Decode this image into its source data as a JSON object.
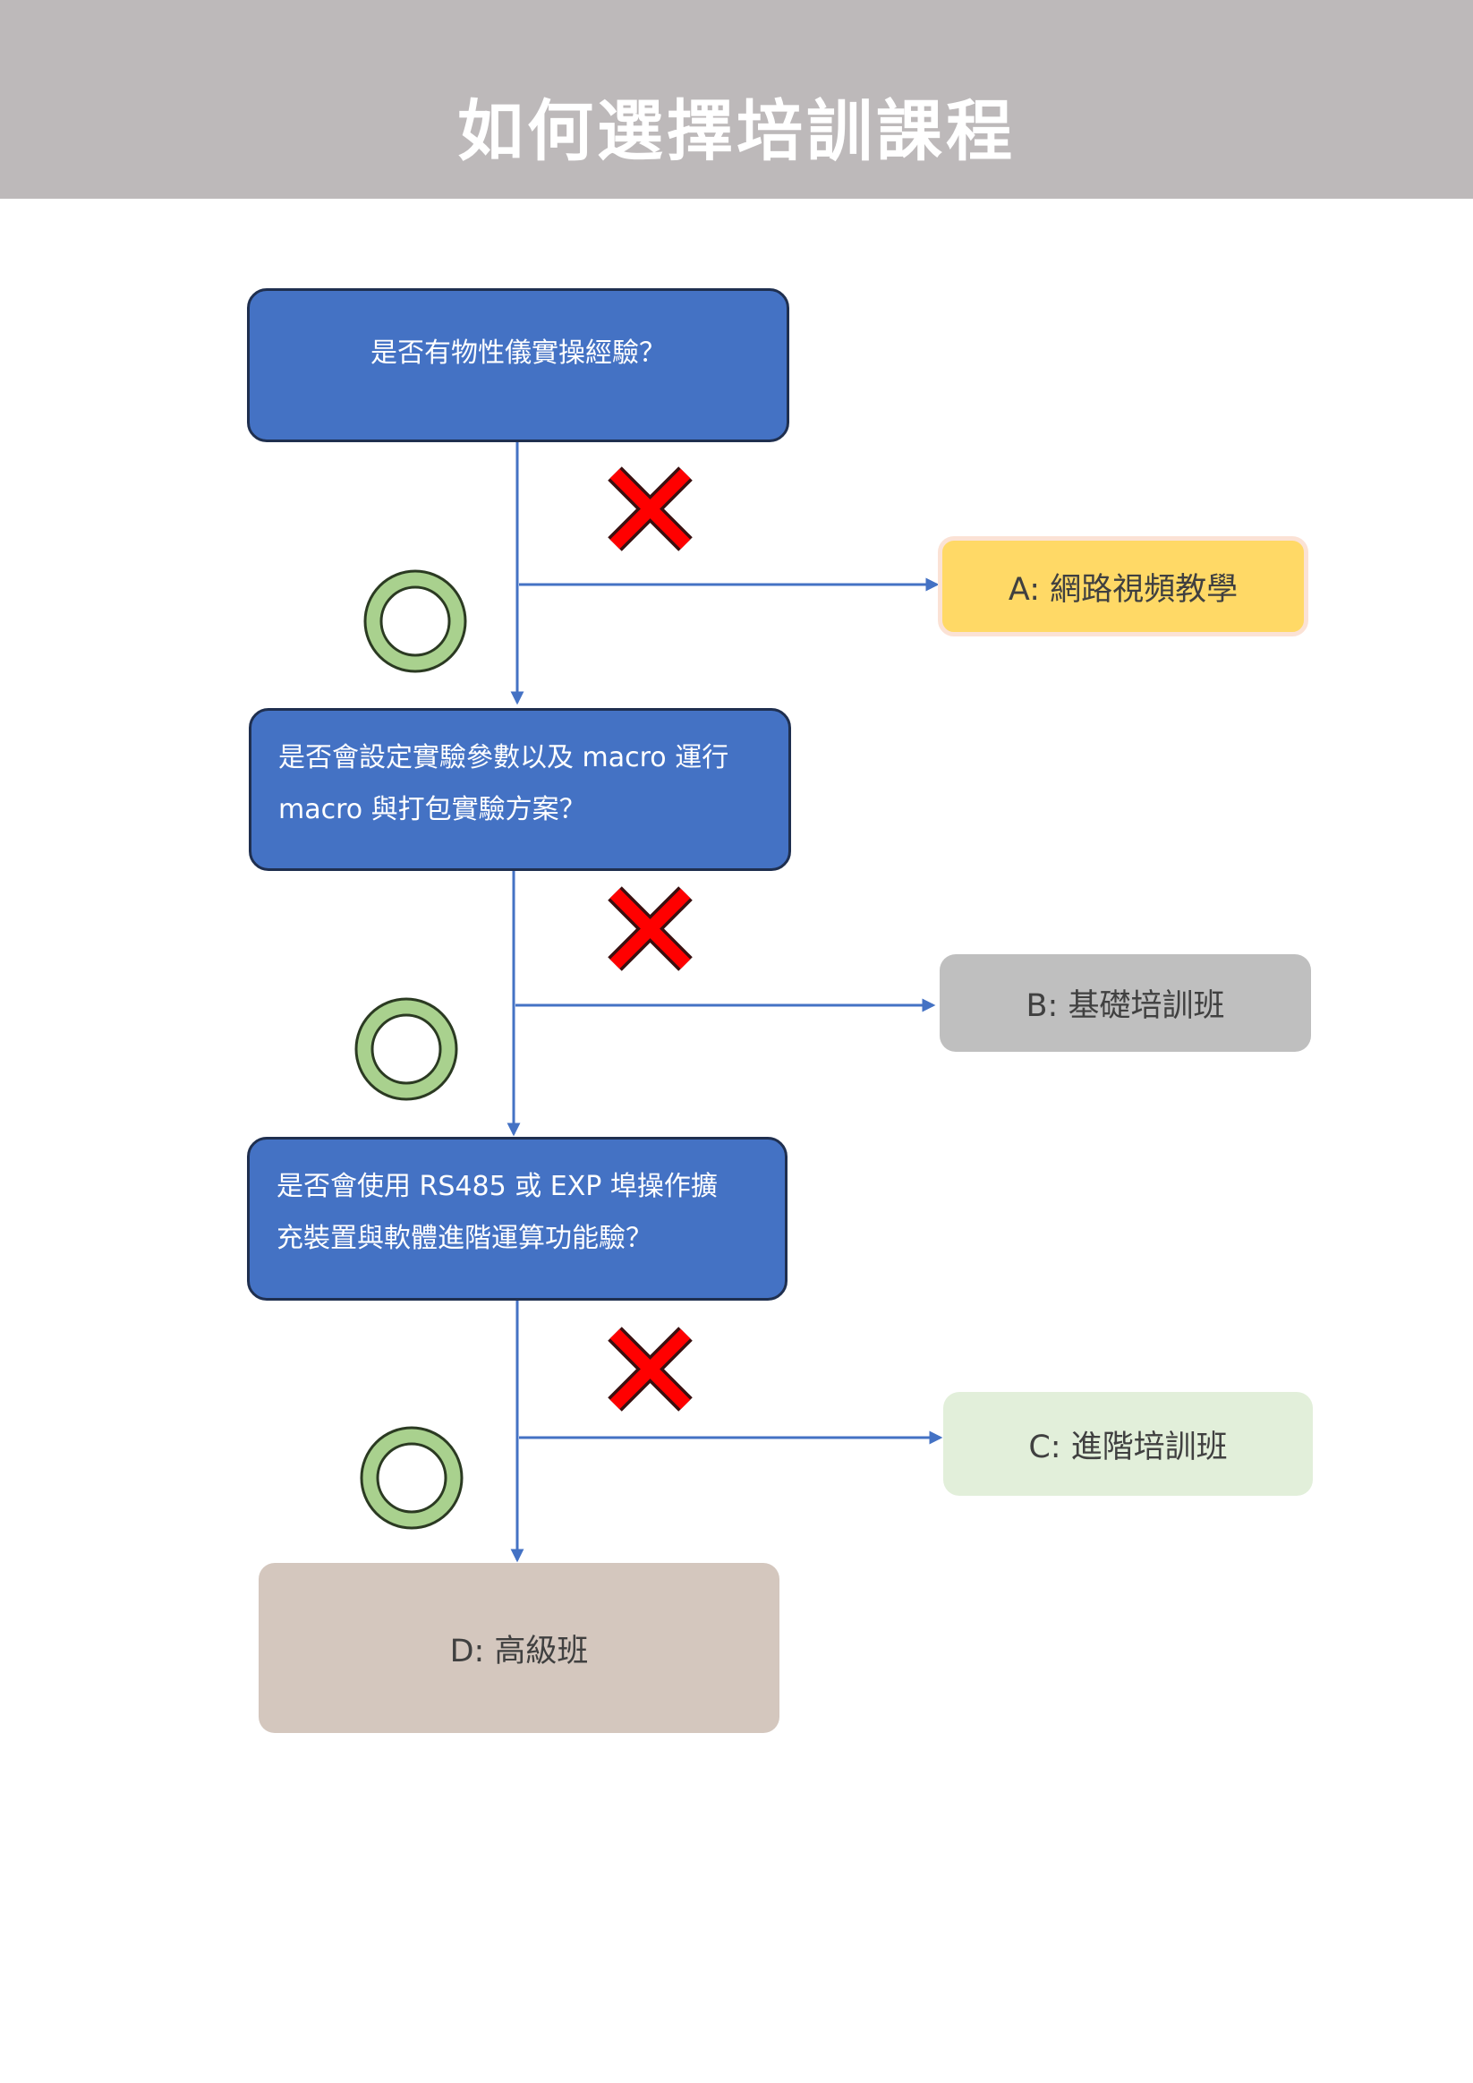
{
  "header": {
    "title": "如何選擇培訓課程"
  },
  "questions": {
    "q1": "是否有物性儀實操經驗？",
    "q2": {
      "line1": "是否會設定實驗參數以及 macro 運行",
      "line2": "macro 與打包實驗方案？"
    },
    "q3": {
      "line1": "是否會使用 RS485 或 EXP 埠操作擴",
      "line2": "充裝置與軟體進階運算功能驗？"
    }
  },
  "results": {
    "a": "A:  網路視頻教學",
    "b": "B:  基礎培訓班",
    "c": "C:  進階培訓班",
    "d": "D:  高級班"
  },
  "icons": {
    "no": "red-x-icon",
    "yes": "green-circle-icon"
  },
  "colors": {
    "header_bg": "#bdb9ba",
    "question_fill": "#4472c4",
    "question_border": "#1f2f4f",
    "connector": "#4472c4",
    "no_mark": "#ff0000",
    "yes_mark": "#a9d18e",
    "result_a": "#ffd966",
    "result_b": "#bfbfbf",
    "result_c": "#e2efda",
    "result_d": "#d4c7be"
  }
}
